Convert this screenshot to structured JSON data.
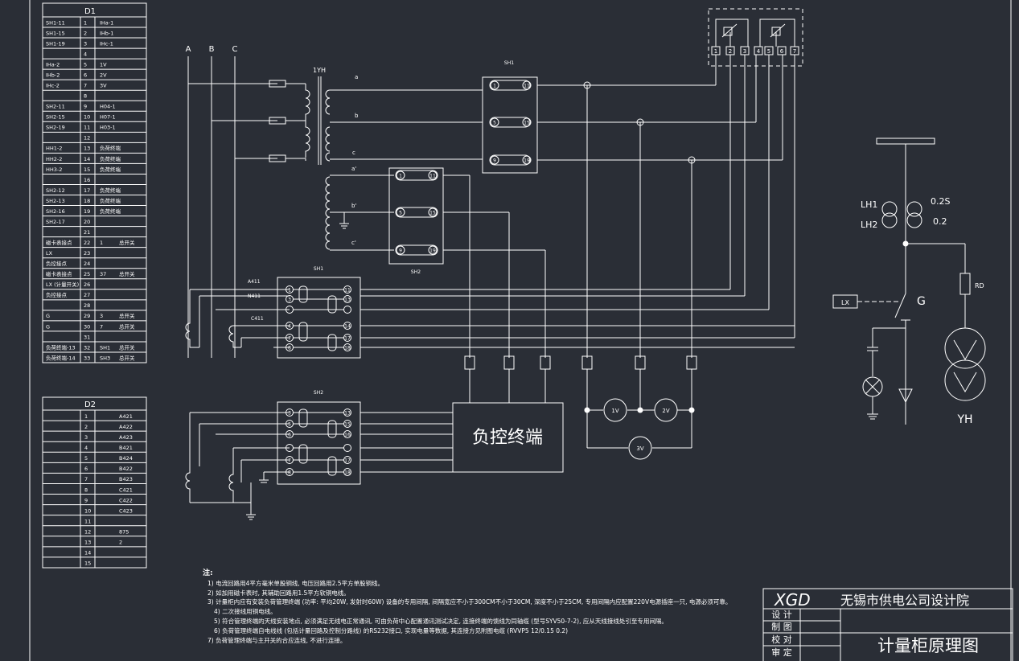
{
  "d1": {
    "title": "D1",
    "rows": [
      [
        "SH1-11",
        "1",
        "IHa-1"
      ],
      [
        "SH1-15",
        "2",
        "IHb-1"
      ],
      [
        "SH1-19",
        "3",
        "IHc-1"
      ],
      [
        "",
        "4",
        ""
      ],
      [
        "IHa-2",
        "5",
        "1V"
      ],
      [
        "IHb-2",
        "6",
        "2V"
      ],
      [
        "IHc-2",
        "7",
        "3V"
      ],
      [
        "",
        "8",
        ""
      ],
      [
        "SH2-11",
        "9",
        "H04-1"
      ],
      [
        "SH2-15",
        "10",
        "H07-1"
      ],
      [
        "SH2-19",
        "11",
        "H03-1"
      ],
      [
        "",
        "12",
        ""
      ],
      [
        "HH1-2",
        "13",
        "负荷终端"
      ],
      [
        "HH2-2",
        "14",
        "负荷终端"
      ],
      [
        "HH3-2",
        "15",
        "负荷终端"
      ],
      [
        "",
        "16",
        ""
      ],
      [
        "SH2-12",
        "17",
        "负荷终端"
      ],
      [
        "SH2-13",
        "18",
        "负荷终端"
      ],
      [
        "SH2-16",
        "19",
        "负荷终端"
      ],
      [
        "SH2-17",
        "20",
        ""
      ],
      [
        "",
        "21",
        ""
      ],
      [
        "磁卡表接点",
        "22",
        "1"
      ],
      [
        "LX",
        "23",
        ""
      ],
      [
        "负控接点",
        "24",
        ""
      ],
      [
        "磁卡表接点",
        "25",
        "37"
      ],
      [
        "LX (计量开关)",
        "26",
        ""
      ],
      [
        "负控接点",
        "27",
        ""
      ],
      [
        "",
        "28",
        ""
      ],
      [
        "G",
        "29",
        "3"
      ],
      [
        "G",
        "30",
        "7"
      ],
      [
        "",
        "31",
        ""
      ],
      [
        "负荷终端-13",
        "32",
        "SH1"
      ],
      [
        "负荷终端-14",
        "33",
        "SH3"
      ]
    ],
    "extra": {
      "22": "总开关",
      "25": "总开关",
      "29": "总开关",
      "30": "总开关",
      "32": "总开关",
      "33": "总开关"
    }
  },
  "d2": {
    "title": "D2",
    "rows": [
      [
        "1",
        "A421"
      ],
      [
        "2",
        "A422"
      ],
      [
        "3",
        "A423"
      ],
      [
        "4",
        "B421"
      ],
      [
        "5",
        "B424"
      ],
      [
        "6",
        "B422"
      ],
      [
        "7",
        "B423"
      ],
      [
        "8",
        "C421"
      ],
      [
        "9",
        "C422"
      ],
      [
        "10",
        "C423"
      ],
      [
        "11",
        ""
      ],
      [
        "12",
        "875"
      ],
      [
        "13",
        "2"
      ],
      [
        "14",
        ""
      ],
      [
        "15",
        ""
      ]
    ]
  },
  "labels": {
    "A": "A",
    "B": "B",
    "C": "C",
    "yh1": "1YH",
    "sh1_top": "SH1",
    "sh1_low": "SH1",
    "sh2_mid": "SH2",
    "sh2_low": "SH2",
    "a": "a",
    "b": "b",
    "c": "c",
    "ap": "a'",
    "bp": "b'",
    "cp": "c'",
    "a411": "A411",
    "n411": "N411",
    "c411": "C411",
    "terminal": "负控终端",
    "m1": "1V",
    "m2": "2V",
    "m3": "3V",
    "lh1": "LH1",
    "lh2": "LH2",
    "acc1": "0.2S",
    "acc2": "0.2",
    "rd": "RD",
    "lx": "LX",
    "g": "G",
    "yh": "YH"
  },
  "meter_pins": [
    "1",
    "2",
    "3",
    "4",
    "5",
    "6",
    "7"
  ],
  "sh_top_pins": [
    [
      "1",
      "11"
    ],
    [
      "5",
      "15"
    ],
    [
      "9",
      "19"
    ]
  ],
  "sh_mid_pins": [
    [
      "1",
      "11"
    ],
    [
      "5",
      "15"
    ],
    [
      "9",
      "19"
    ]
  ],
  "sh_low1_pins": [
    [
      "1",
      "11"
    ],
    [
      "3",
      "13"
    ],
    [
      "4",
      "14"
    ],
    [
      "7",
      "17"
    ],
    [
      "8",
      "18"
    ]
  ],
  "sh_low2_pins": [
    [
      "3",
      "13"
    ],
    [
      "5",
      "15"
    ],
    [
      "6",
      "16"
    ],
    [
      "7",
      "17"
    ],
    [
      "8",
      "18"
    ]
  ],
  "notes": {
    "head": "注:",
    "lines": [
      "1) 电流回路用4平方毫米单股铜线, 电压回路用2.5平方单股铜线。",
      "2) 如加用磁卡表时, 其辅助回路用1.5平方软铜电线。",
      "3) 计量柜内应有安装负荷管理终端 (功率: 平均20W, 发射时60W) 设备的专用间隔, 间隔宽应不小于300CM不小于30CM, 深度不小于25CM, 专用间隔内应配置220V电源插座一只, 电源必须可靠。",
      "4) 二次接线用铜电线。",
      "5) 符合管理终端的天线安装地点, 必须满足无线电正常通讯, 可由负荷中心配置通讯测试决定, 连接终端的馈线为同轴缆 (型号SYV50-7-2), 应从天线接线处引至专用间隔。",
      "6) 负荷管理终端自电线线 (包括计量回路及控制分路线) 的RS232接口, 实现电量等数据, 其连接方见附图电缆 (RVVP5 12/0.15 0.2)",
      "7) 负荷管理终端与主开关的合应连线, 不进行连接。"
    ]
  },
  "title_block": {
    "logo": "XGD",
    "company": "无锡市供电公司设计院",
    "roles": [
      "设  计",
      "制  图",
      "校  对",
      "审  定"
    ],
    "drawing_title": "计量柜原理图"
  }
}
